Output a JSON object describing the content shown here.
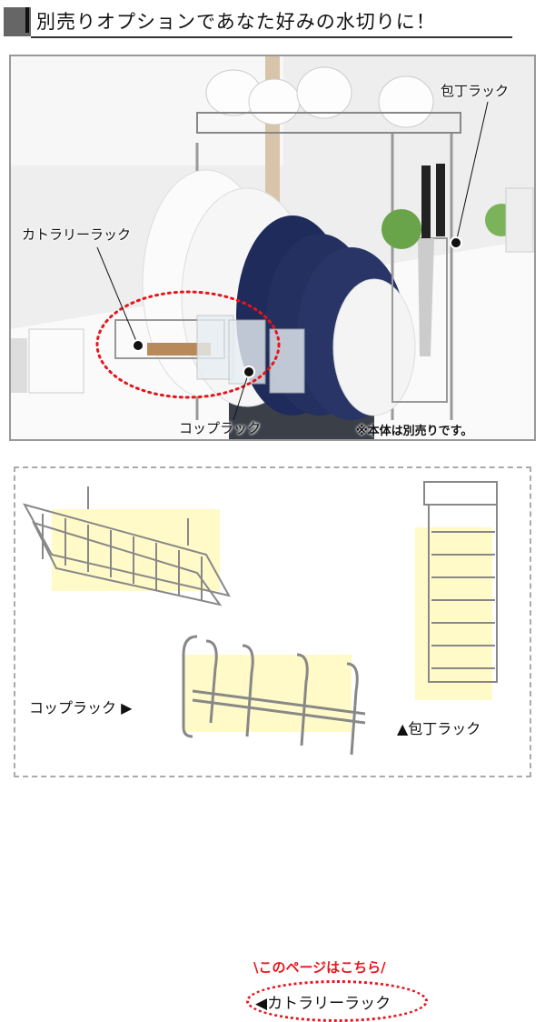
{
  "header": {
    "title": "別売りオプションであなた好みの水切りに！"
  },
  "photo": {
    "labels": {
      "knife_rack": "包丁ラック",
      "cutlery_rack": "カトラリーラック",
      "cup_rack": "コップラック"
    },
    "note": "※本体は別売りです。"
  },
  "options": {
    "this_page": "\\このページはこちら/",
    "cutlery_rack": "◀カトラリーラック",
    "cup_rack": "コップラック ▶",
    "knife_rack": "▲包丁ラック"
  },
  "colors": {
    "accent_red": "#e8141c",
    "highlight": "#fffac8"
  }
}
